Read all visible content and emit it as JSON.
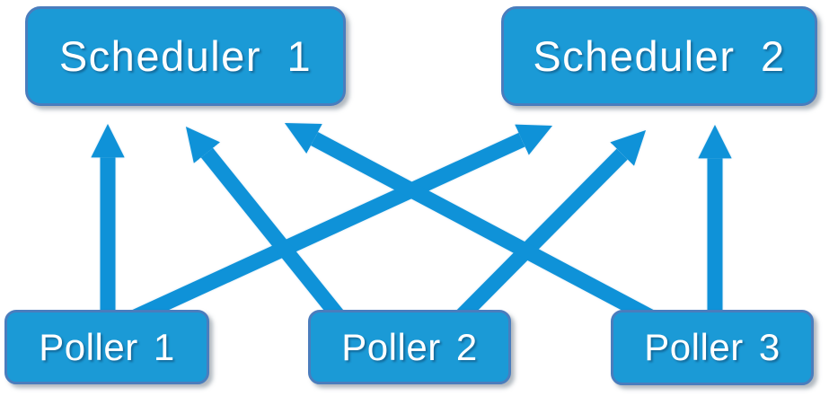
{
  "diagram": {
    "schedulers": [
      {
        "id": "scheduler-1",
        "label": "Scheduler 1"
      },
      {
        "id": "scheduler-2",
        "label": "Scheduler 2"
      }
    ],
    "pollers": [
      {
        "id": "poller-1",
        "label": "Poller 1"
      },
      {
        "id": "poller-2",
        "label": "Poller 2"
      },
      {
        "id": "poller-3",
        "label": "Poller 3"
      }
    ],
    "edges": [
      {
        "from": "poller-1",
        "to": "scheduler-1"
      },
      {
        "from": "poller-1",
        "to": "scheduler-2"
      },
      {
        "from": "poller-2",
        "to": "scheduler-1"
      },
      {
        "from": "poller-2",
        "to": "scheduler-2"
      },
      {
        "from": "poller-3",
        "to": "scheduler-1"
      },
      {
        "from": "poller-3",
        "to": "scheduler-2"
      }
    ],
    "colors": {
      "background": "#ffffff",
      "node_fill": "#1b9ad6",
      "node_border": "#4a7dbd",
      "arrow": "#0f92d8",
      "label_text": "#ffffff"
    }
  }
}
